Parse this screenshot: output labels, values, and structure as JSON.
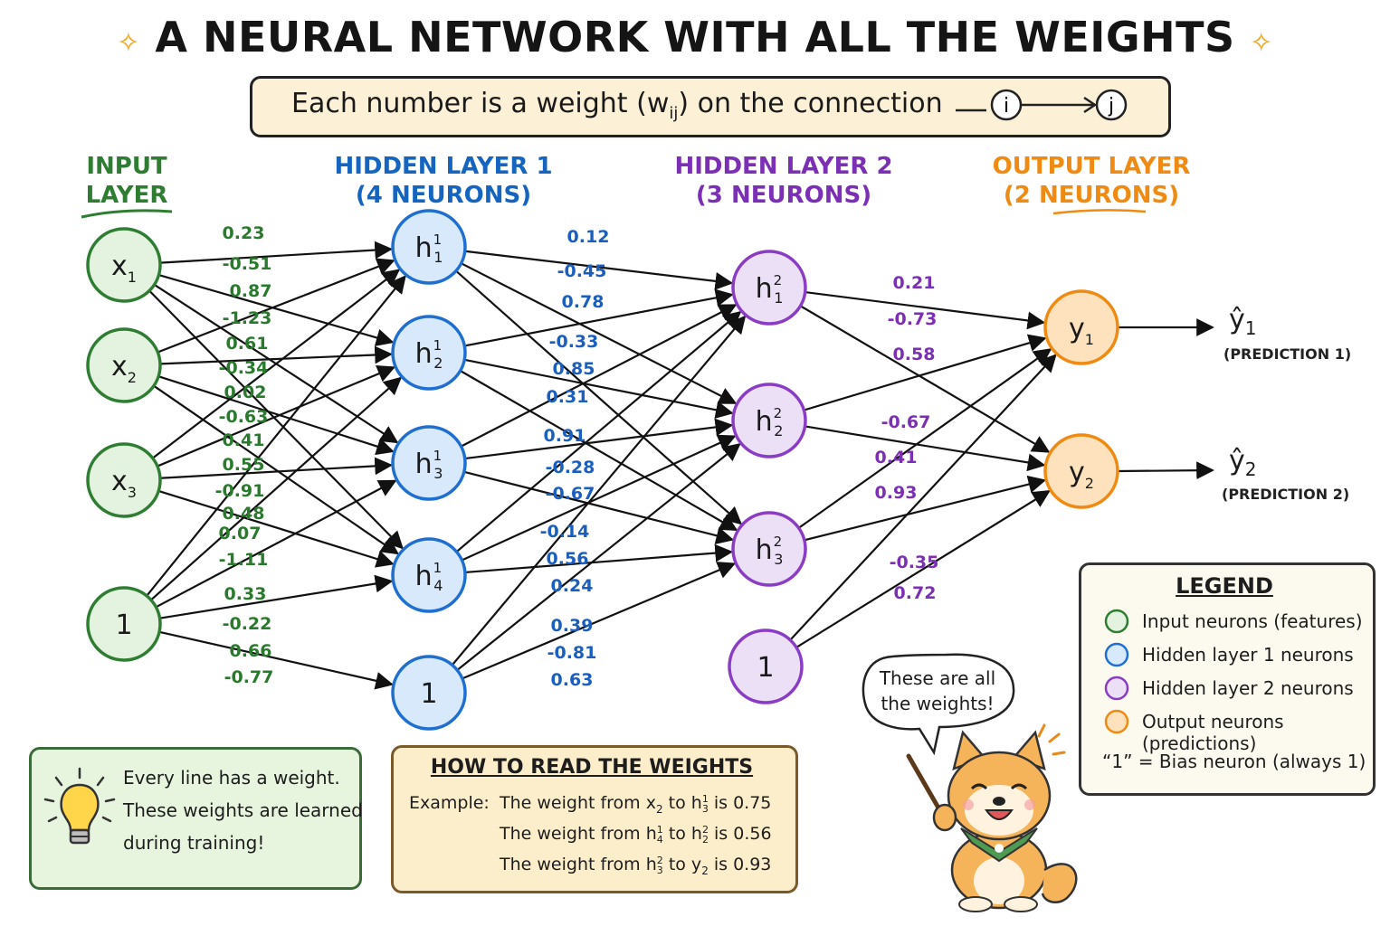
{
  "title": "A NEURAL NETWORK WITH ALL THE WEIGHTS",
  "subtitle": {
    "text": "Each number is a weight (w",
    "sub": "ij",
    "text_end": ") on the connection",
    "from_node": "i",
    "to_node": "j"
  },
  "layers": {
    "input": {
      "title_line1": "INPUT",
      "title_line2": "LAYER",
      "color": "#2e7d32"
    },
    "hidden1": {
      "title_line1": "HIDDEN LAYER 1",
      "title_line2": "(4 NEURONS)",
      "color": "#1565c0"
    },
    "hidden2": {
      "title_line1": "HIDDEN LAYER 2",
      "title_line2": "(3 NEURONS)",
      "color": "#7b2fb5"
    },
    "output": {
      "title_line1": "OUTPUT LAYER",
      "title_line2": "(2 NEURONS)",
      "color": "#ef8a12"
    }
  },
  "neurons": {
    "input": [
      {
        "base": "x",
        "sub": "1"
      },
      {
        "base": "x",
        "sub": "2"
      },
      {
        "base": "x",
        "sub": "3"
      },
      {
        "base": "1",
        "sub": ""
      }
    ],
    "hidden1": [
      {
        "base": "h",
        "sup": "1",
        "sub": "1"
      },
      {
        "base": "h",
        "sup": "1",
        "sub": "2"
      },
      {
        "base": "h",
        "sup": "1",
        "sub": "3"
      },
      {
        "base": "h",
        "sup": "1",
        "sub": "4"
      },
      {
        "base": "1",
        "sup": "",
        "sub": ""
      }
    ],
    "hidden2": [
      {
        "base": "h",
        "sup": "2",
        "sub": "1"
      },
      {
        "base": "h",
        "sup": "2",
        "sub": "2"
      },
      {
        "base": "h",
        "sup": "2",
        "sub": "3"
      },
      {
        "base": "1",
        "sup": "",
        "sub": ""
      }
    ],
    "output": [
      {
        "base": "y",
        "sub": "1"
      },
      {
        "base": "y",
        "sub": "2"
      }
    ]
  },
  "weights": {
    "input_to_h1": [
      "0.23",
      "-0.51",
      "0.87",
      "-1.23",
      "0.61",
      "-0.34",
      "0.02",
      "-0.63",
      "0.41",
      "0.55",
      "-0.91",
      "0.48",
      "0.07",
      "-1.11",
      "0.33",
      "-0.22",
      "0.66",
      "-0.77"
    ],
    "h1_to_h2": [
      "0.12",
      "-0.45",
      "0.78",
      "-0.33",
      "0.85",
      "0.31",
      "0.91",
      "-0.28",
      "-0.67",
      "-0.14",
      "0.56",
      "0.24",
      "0.39",
      "-0.81",
      "0.63"
    ],
    "h2_to_out": [
      "0.21",
      "-0.73",
      "0.58",
      "-0.67",
      "0.41",
      "0.93",
      "-0.35",
      "0.72"
    ]
  },
  "predictions": [
    {
      "symbol": "ŷ",
      "sub": "1",
      "label": "(PREDICTION 1)"
    },
    {
      "symbol": "ŷ",
      "sub": "2",
      "label": "(PREDICTION 2)"
    }
  ],
  "legend": {
    "title": "LEGEND",
    "items": [
      {
        "label": "Input neurons (features)",
        "fill": "#e3f3df",
        "stroke": "#2e7d32"
      },
      {
        "label": "Hidden layer 1 neurons",
        "fill": "#d8e9fb",
        "stroke": "#1e6fd0"
      },
      {
        "label": "Hidden layer 2 neurons",
        "fill": "#ece0f7",
        "stroke": "#8a3cc4"
      },
      {
        "label": "Output neurons (predictions)",
        "fill": "#fde2bd",
        "stroke": "#ef8a12"
      }
    ],
    "bias_note": "“1” = Bias neuron (always 1)"
  },
  "tip": {
    "line1": "Every line has a weight.",
    "line2": "These weights are learned",
    "line3": "during training!"
  },
  "howto": {
    "title": "HOW TO READ THE WEIGHTS",
    "example_label": "Example:",
    "examples": [
      {
        "pre": "The weight from x",
        "a_sub": "2",
        "mid": " to h",
        "b_sup": "1",
        "b_sub": "3",
        "post": " is 0.75"
      },
      {
        "pre": "The weight from h",
        "a_sup": "1",
        "a_sub": "4",
        "mid": " to h",
        "b_sup": "2",
        "b_sub": "2",
        "post": " is 0.56"
      },
      {
        "pre": "The weight from h",
        "a_sup": "2",
        "a_sub": "3",
        "mid": " to y",
        "b_sub": "2",
        "post": " is 0.93"
      }
    ]
  },
  "mascot": {
    "speech_line1": "These are all",
    "speech_line2": "the weights!"
  }
}
